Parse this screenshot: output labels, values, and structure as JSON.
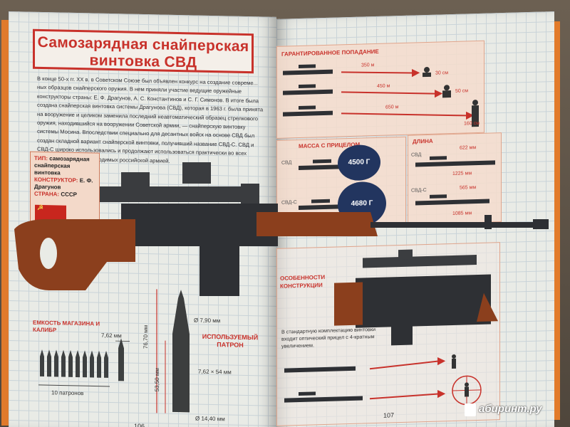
{
  "title": "Самозарядная снайперская винтовка СВД",
  "intro": "В конце 50-х гг. XX в. в Советском Союзе был объявлен конкурс на создание совреме... ных образцов снайперского оружия. В нем приняли участие ведущие оружейные конструкторы страны: Е. Ф. Драгунов, А. С. Константинов и С. Г. Симонов. В итоге была создана снайперская винтовка системы Драгунова (СВД), которая в 1963 г. была принята на вооружение и целиком заменила последний неавтоматический образец стрелкового оружия, находившийся на вооружении Советской армии, — снайперскую винтовку системы Мосина. Впоследствии специально для десантных войск на основе СВД был создан складной вариант снайперской винтовки, получивший название СВД-С. СВД и СВД-С широко использовались и продолжают использоваться практически во всех боевых операциях, проводимых российской армией.",
  "spec": {
    "type_label": "ТИП:",
    "type_value": "самозарядная снайперская винтовка",
    "designer_label": "КОНСТРУКТОР:",
    "designer_value": "Е. Ф. Драгунов",
    "country_label": "СТРАНА:",
    "country_value": "СССР"
  },
  "ammo": {
    "title": "ЕМКОСТЬ МАГАЗИНА И КАЛИБР",
    "caliber": "7,62 мм",
    "count": "10 патронов"
  },
  "cartridge": {
    "label": "ИСПОЛЬЗУЕМЫЙ ПАТРОН",
    "dia_top": "Ø 7,90 мм",
    "total_len": "76,70 мм",
    "case_len": "53,50 мм",
    "cal": "7,62 × 54 мм",
    "dia_bottom": "Ø 14,40 мм"
  },
  "pages": {
    "left": "106",
    "right": "107"
  },
  "hit": {
    "title": "ГАРАНТИРОВАННОЕ ПОПАДАНИЕ",
    "d1": "350 м",
    "d2": "450 м",
    "d3": "650 м",
    "h1": "30 см",
    "h2": "50 см",
    "h3": "160 см"
  },
  "mass": {
    "title": "МАССА С ПРИЦЕЛОМ",
    "svd": "СВД",
    "svds": "СВД-С",
    "m1": "4500 Г",
    "m2": "4680 Г"
  },
  "length": {
    "title": "ДЛИНА",
    "svd": "СВД",
    "svds": "СВД-С",
    "a": "622 мм",
    "b": "1225 мм",
    "c": "565 мм",
    "d": "1085 мм"
  },
  "features": {
    "title": "ОСОБЕННОСТИ КОНСТРУКЦИИ",
    "text": "В стандартную комплектацию винтовки входит оптический прицел с 4-кратным увеличением."
  },
  "watermark": "абиринт.ру",
  "colors": {
    "accent": "#c8322b",
    "navy": "#22355f",
    "wood": "#8b3f1d",
    "metal": "#2e3034"
  }
}
